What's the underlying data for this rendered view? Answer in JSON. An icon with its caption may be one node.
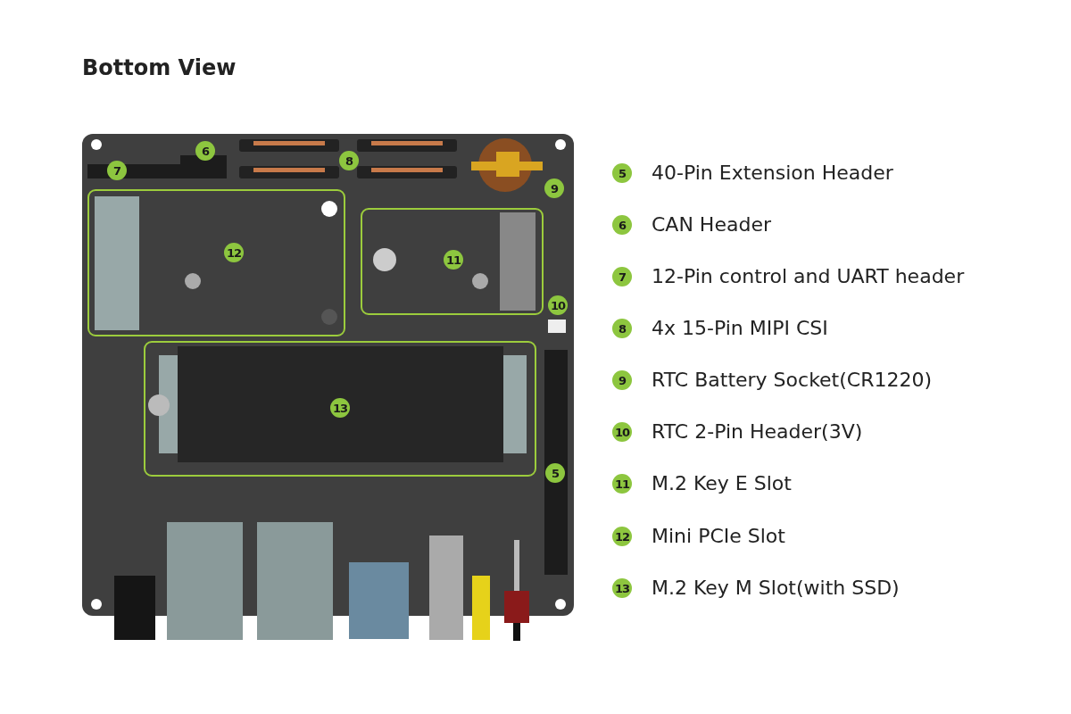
{
  "diagram": {
    "title": "Bottom View",
    "labels": [
      "6",
      "8",
      "7",
      "9",
      "12",
      "11",
      "10",
      "13",
      "5",
      "5",
      "40-Pin Extension Header",
      "6",
      "CAN Header",
      "7",
      "12-Pin control and UART header",
      "8",
      "4x 15-Pin MIPI CSI",
      "9",
      "RTC Battery Socket(CR1220)",
      "10",
      "RTC 2-Pin Header(3V)",
      "11",
      "M.2 Key E Slot",
      "12",
      "Mini PCIe Slot",
      "13",
      "M.2 Key M Slot(with SSD)"
    ]
  }
}
